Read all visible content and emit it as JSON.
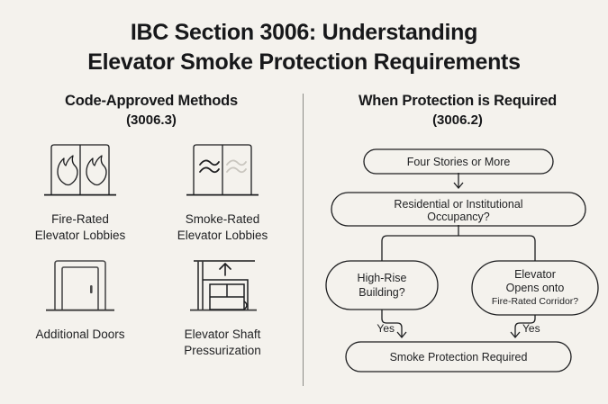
{
  "title": {
    "line1": "IBC Section 3006: Understanding",
    "line2": "Elevator Smoke Protection Requirements"
  },
  "colors": {
    "background": "#f4f2ed",
    "ink": "#1a1a1a",
    "line": "#1d1e20",
    "muted": "#c9c6bf",
    "divider": "#8b8b87"
  },
  "left_column": {
    "heading": "Code-Approved Methods",
    "subheading": "(3006.3)",
    "methods": [
      {
        "icon": "fire-rated-elevator-lobby-icon",
        "label_line1": "Fire-Rated",
        "label_line2": "Elevator Lobbies"
      },
      {
        "icon": "smoke-rated-elevator-lobby-icon",
        "label_line1": "Smoke-Rated",
        "label_line2": "Elevator Lobbies"
      },
      {
        "icon": "additional-doors-icon",
        "label_line1": "Additional Doors",
        "label_line2": ""
      },
      {
        "icon": "elevator-shaft-pressurization-icon",
        "label_line1": "Elevator Shaft",
        "label_line2": "Pressurization"
      }
    ]
  },
  "right_column": {
    "heading": "When Protection is Required",
    "subheading": "(3006.2)",
    "flowchart": {
      "nodes": [
        {
          "id": "four-stories",
          "text": "Four Stories or More"
        },
        {
          "id": "occupancy",
          "line1": "Residential or Institutional",
          "line2": "Occupancy?"
        },
        {
          "id": "high-rise",
          "line1": "High-Rise",
          "line2": "Building?"
        },
        {
          "id": "corridor",
          "line1": "Elevator",
          "line2": "Opens onto",
          "line3": "Fire-Rated Corridor?"
        },
        {
          "id": "result",
          "text": "Smoke Protection Required"
        }
      ],
      "branch_labels": {
        "left": "Yes",
        "right": "Yes"
      }
    }
  }
}
